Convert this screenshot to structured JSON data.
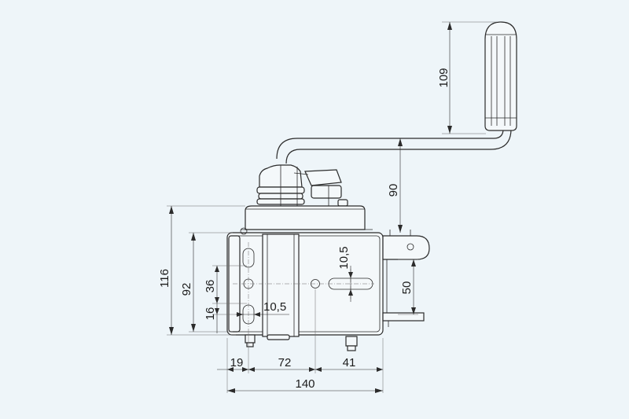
{
  "dimensions": {
    "handle_height": "109",
    "handle_reach": "90",
    "overall_height": "116",
    "plate_height": "92",
    "hole_spacing": "36",
    "hole_offset": "16",
    "slot_width_left": "10,5",
    "slot_width_right": "10,5",
    "bracket_spacing": "50",
    "offset_left": "19",
    "offset_mid": "72",
    "offset_right": "41",
    "overall_width": "140"
  },
  "colors": {
    "background": "#eef5f9",
    "line": "#2b2b2b"
  }
}
